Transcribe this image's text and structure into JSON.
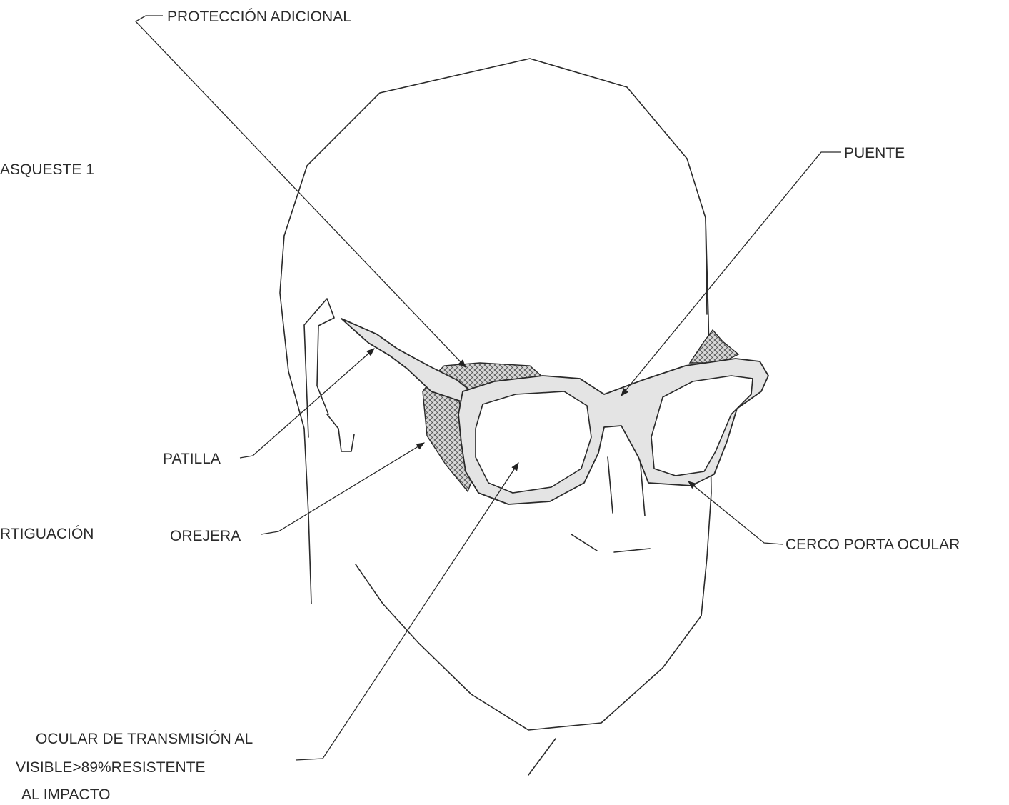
{
  "labels": {
    "proteccion_adicional": "PROTECCIÓN ADICIONAL",
    "puente": "PUENTE",
    "casquete": "ASQUESTE 1",
    "patilla": "PATILLA",
    "orejera": "OREJERA",
    "amortiguacion": "RTIGUACIÓN",
    "cerco_porta_ocular": "CERCO PORTA OCULAR",
    "ocular_line1": "OCULAR DE TRANSMISIÓN AL",
    "ocular_line2": "VISIBLE>89%RESISTENTE",
    "ocular_line3": "AL IMPACTO"
  }
}
